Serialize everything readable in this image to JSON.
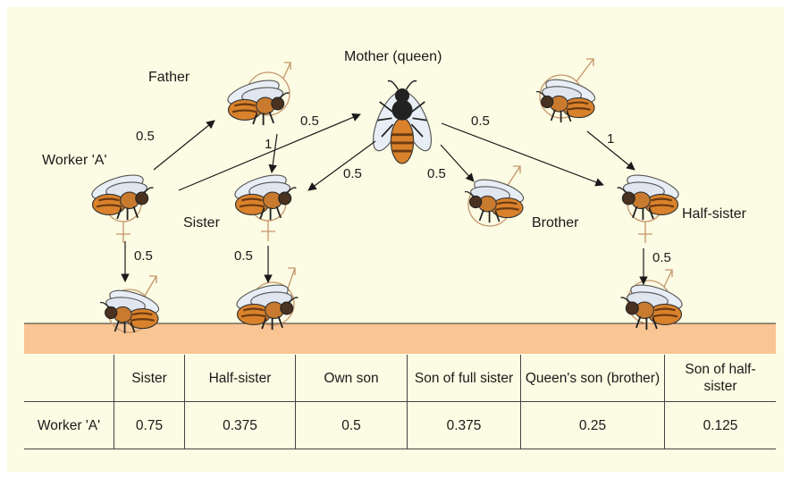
{
  "labels": {
    "father": "Father",
    "mother": "Mother (queen)",
    "worker": "Worker 'A'",
    "sister": "Sister",
    "brother": "Brother",
    "half_sister": "Half-sister"
  },
  "edges": {
    "father_to_sister": "1",
    "male_to_half_sister": "1",
    "worker_to_father": "0.5",
    "worker_to_mother": "0.5",
    "mother_to_sister": "0.5",
    "mother_to_brother": "0.5",
    "mother_to_half_sister": "0.5",
    "worker_to_son": "0.5",
    "sister_to_son": "0.5",
    "half_sister_to_son": "0.5"
  },
  "symbols": {
    "male": "♂",
    "female": "♀"
  },
  "colors": {
    "panel": "#fcfbe3",
    "ground_band": "#f9c593",
    "sex_symbol": "#c4956a",
    "bee_body": "#d9822b"
  },
  "table": {
    "headers": [
      "",
      "Sister",
      "Half-sister",
      "Own son",
      "Son of full sister",
      "Queen's son (brother)",
      "Son of half-sister"
    ],
    "rows": [
      [
        "Worker 'A'",
        "0.75",
        "0.375",
        "0.5",
        "0.375",
        "0.25",
        "0.125"
      ]
    ]
  }
}
